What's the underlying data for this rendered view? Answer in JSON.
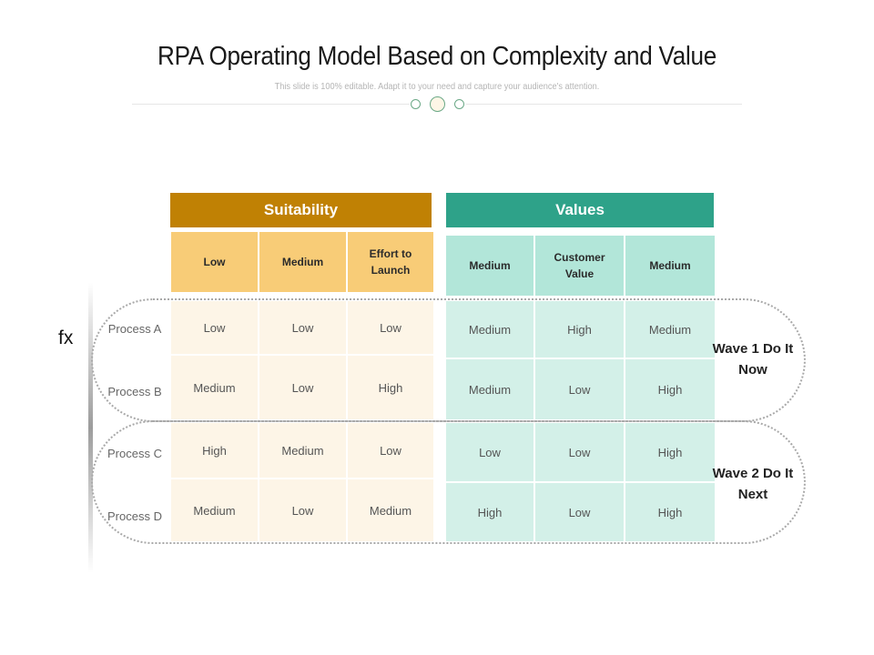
{
  "header": {
    "title": "RPA Operating Model Based on Complexity and Value",
    "subtitle": "This slide is 100% editable. Adapt it to your need and capture your audience's attention."
  },
  "side_label": "fx",
  "groups": {
    "suitability": {
      "label": "Suitability",
      "color": "#c08104",
      "columns": [
        "Low",
        "Medium",
        "Effort to Launch"
      ]
    },
    "values": {
      "label": "Values",
      "color": "#2ea289",
      "columns": [
        "Medium",
        "Customer Value",
        "Medium"
      ]
    }
  },
  "rows": [
    {
      "label": "Process A",
      "suitability": [
        "Low",
        "Low",
        "Low"
      ],
      "values": [
        "Medium",
        "High",
        "Medium"
      ]
    },
    {
      "label": "Process B",
      "suitability": [
        "Medium",
        "Low",
        "High"
      ],
      "values": [
        "Medium",
        "Low",
        "High"
      ]
    },
    {
      "label": "Process C",
      "suitability": [
        "High",
        "Medium",
        "Low"
      ],
      "values": [
        "Low",
        "Low",
        "High"
      ]
    },
    {
      "label": "Process D",
      "suitability": [
        "Medium",
        "Low",
        "Medium"
      ],
      "values": [
        "High",
        "Low",
        "High"
      ]
    }
  ],
  "waves": [
    {
      "label": "Wave 1 Do It Now",
      "rows": [
        "Process A",
        "Process B"
      ]
    },
    {
      "label": "Wave 2 Do It Next",
      "rows": [
        "Process C",
        "Process D"
      ]
    }
  ]
}
